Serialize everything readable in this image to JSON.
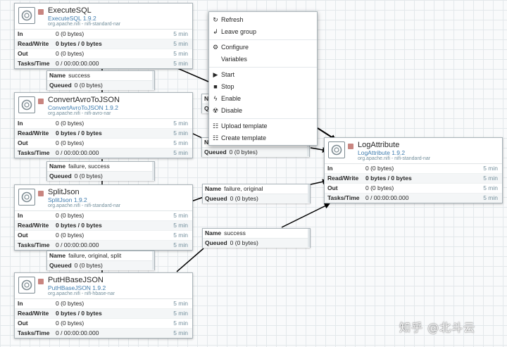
{
  "processors": [
    {
      "id": "execute-sql",
      "name": "ExecuteSQL",
      "type": "ExecuteSQL 1.9.2",
      "bundle": "org.apache.nifi - nifi-standard-nar",
      "stats": [
        {
          "label": "In",
          "value": "0 (0 bytes)",
          "window": "5 min"
        },
        {
          "label": "Read/Write",
          "value": "0 bytes / 0 bytes",
          "window": "5 min"
        },
        {
          "label": "Out",
          "value": "0 (0 bytes)",
          "window": "5 min"
        },
        {
          "label": "Tasks/Time",
          "value": "0 / 00:00:00.000",
          "window": "5 min"
        }
      ]
    },
    {
      "id": "convert-avro",
      "name": "ConvertAvroToJSON",
      "type": "ConvertAvroToJSON 1.9.2",
      "bundle": "org.apache.nifi - nifi-avro-nar",
      "stats": [
        {
          "label": "In",
          "value": "0 (0 bytes)",
          "window": "5 min"
        },
        {
          "label": "Read/Write",
          "value": "0 bytes / 0 bytes",
          "window": "5 min"
        },
        {
          "label": "Out",
          "value": "0 (0 bytes)",
          "window": "5 min"
        },
        {
          "label": "Tasks/Time",
          "value": "0 / 00:00:00.000",
          "window": "5 min"
        }
      ]
    },
    {
      "id": "split-json",
      "name": "SplitJson",
      "type": "SplitJson 1.9.2",
      "bundle": "org.apache.nifi - nifi-standard-nar",
      "stats": [
        {
          "label": "In",
          "value": "0 (0 bytes)",
          "window": "5 min"
        },
        {
          "label": "Read/Write",
          "value": "0 bytes / 0 bytes",
          "window": "5 min"
        },
        {
          "label": "Out",
          "value": "0 (0 bytes)",
          "window": "5 min"
        },
        {
          "label": "Tasks/Time",
          "value": "0 / 00:00:00.000",
          "window": "5 min"
        }
      ]
    },
    {
      "id": "put-hbase",
      "name": "PutHBaseJSON",
      "type": "PutHBaseJSON 1.9.2",
      "bundle": "org.apache.nifi - nifi-hbase-nar",
      "stats": [
        {
          "label": "In",
          "value": "0 (0 bytes)",
          "window": "5 min"
        },
        {
          "label": "Read/Write",
          "value": "0 bytes / 0 bytes",
          "window": "5 min"
        },
        {
          "label": "Out",
          "value": "0 (0 bytes)",
          "window": "5 min"
        },
        {
          "label": "Tasks/Time",
          "value": "0 / 00:00:00.000",
          "window": "5 min"
        }
      ]
    },
    {
      "id": "log-attribute",
      "name": "LogAttribute",
      "type": "LogAttribute 1.9.2",
      "bundle": "org.apache.nifi - nifi-standard-nar",
      "stats": [
        {
          "label": "In",
          "value": "0 (0 bytes)",
          "window": "5 min"
        },
        {
          "label": "Read/Write",
          "value": "0 bytes / 0 bytes",
          "window": "5 min"
        },
        {
          "label": "Out",
          "value": "0 (0 bytes)",
          "window": "5 min"
        },
        {
          "label": "Tasks/Time",
          "value": "0 / 00:00:00.000",
          "window": "5 min"
        }
      ]
    }
  ],
  "connections": [
    {
      "name_key": "Name",
      "name": "success",
      "queued_key": "Queued",
      "queued": "0 (0 bytes)"
    },
    {
      "name_key": "Name",
      "name": "failure, success",
      "queued_key": "Queued",
      "queued": "0 (0 bytes)"
    },
    {
      "name_key": "Name",
      "name": "failure, original, split",
      "queued_key": "Queued",
      "queued": "0 (0 bytes)"
    },
    {
      "name_key": "Na",
      "name": "",
      "queued_key": "Que",
      "queued": ""
    },
    {
      "name_key": "Name",
      "name": "",
      "queued_key": "Queued",
      "queued": "0 (0 bytes)"
    },
    {
      "name_key": "Name",
      "name": "failure, original",
      "queued_key": "Queued",
      "queued": "0 (0 bytes)"
    },
    {
      "name_key": "Name",
      "name": "success",
      "queued_key": "Queued",
      "queued": "0 (0 bytes)"
    }
  ],
  "context_menu": {
    "items": [
      {
        "label": "Refresh",
        "icon": "refresh-icon"
      },
      {
        "label": "Leave group",
        "icon": "leave-group-icon"
      },
      {
        "label": "Configure",
        "icon": "gear-icon"
      },
      {
        "label": "Variables",
        "icon": ""
      },
      {
        "label": "Start",
        "icon": "play-icon"
      },
      {
        "label": "Stop",
        "icon": "stop-icon"
      },
      {
        "label": "Enable",
        "icon": "enable-icon"
      },
      {
        "label": "Disable",
        "icon": "disable-icon"
      },
      {
        "label": "Upload template",
        "icon": "upload-template-icon"
      },
      {
        "label": "Create template",
        "icon": "create-template-icon"
      }
    ]
  },
  "watermark": "知乎 @北斗云",
  "colors": {
    "status_stopped": "#c88580",
    "type_text": "#3f7cae",
    "grid": "#e3e8eb",
    "border": "#aab4b9"
  }
}
